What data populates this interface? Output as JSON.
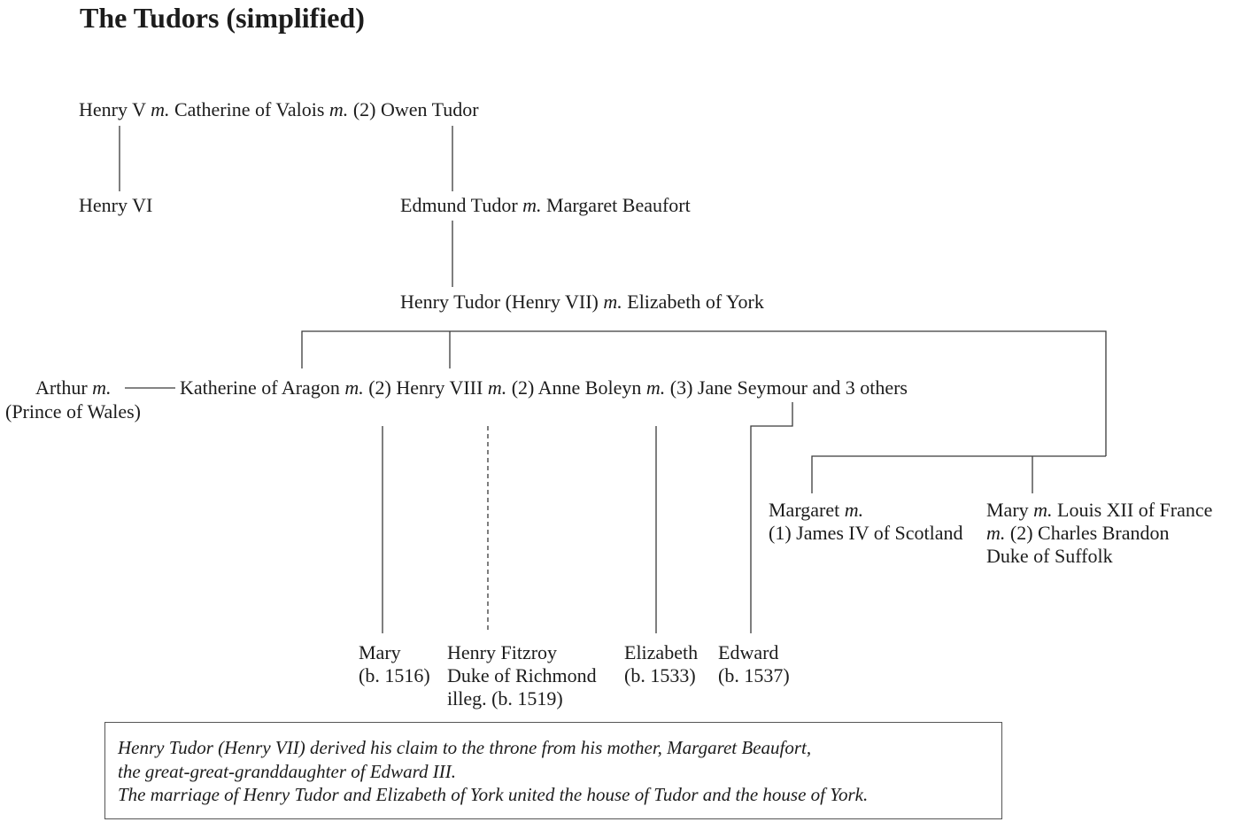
{
  "title": "The Tudors (simplified)",
  "m": "m.",
  "gen1": {
    "henry_v": "Henry V",
    "catherine": "Catherine of Valois",
    "owen_prefix": "(2) Owen Tudor"
  },
  "gen2": {
    "henry_vi": "Henry VI",
    "edmund": "Edmund Tudor",
    "margaret_beaufort": "Margaret Beaufort"
  },
  "gen3": {
    "henry_vii": "Henry Tudor (Henry VII)",
    "elizabeth_york": "Elizabeth of York"
  },
  "gen4": {
    "arthur": "Arthur",
    "arthur_title": "(Prince of Wales)",
    "katherine": "Katherine of Aragon",
    "henry_viii_prefix": "(2) Henry VIII",
    "anne_prefix": "(2) Anne Boleyn",
    "jane_prefix": "(3) Jane Seymour and 3 others",
    "margaret": "Margaret",
    "margaret_spouse": "(1) James IV of Scotland",
    "mary_sister": "Mary",
    "mary_spouse1": "Louis XII of France",
    "mary_spouse2": "(2) Charles Brandon",
    "mary_spouse2_title": "Duke of Suffolk"
  },
  "children": {
    "mary_name": "Mary",
    "mary_birth": "(b. 1516)",
    "fitzroy_name": "Henry Fitzroy",
    "fitzroy_title": "Duke of Richmond",
    "fitzroy_birth": "illeg. (b. 1519)",
    "elizabeth_name": "Elizabeth",
    "elizabeth_birth": "(b. 1533)",
    "edward_name": "Edward",
    "edward_birth": "(b. 1537)"
  },
  "note": {
    "line1": "Henry Tudor (Henry VII) derived his claim to the throne from his mother, Margaret Beaufort,",
    "line2": "the great-great-granddaughter of Edward III.",
    "line3": "The marriage of Henry Tudor and Elizabeth of York united the house of Tudor and the house of York."
  },
  "colors": {
    "line": "#3a3a3a",
    "text": "#1c1c1c"
  }
}
